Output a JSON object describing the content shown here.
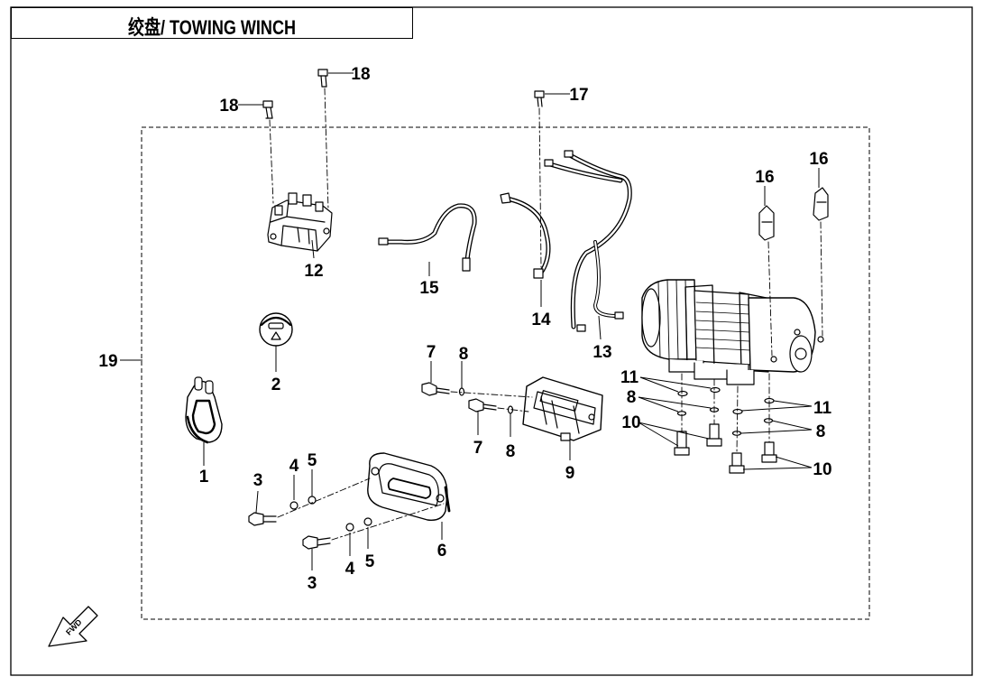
{
  "title": "绞盘/ TOWING WINCH",
  "fwd_label": "FWD",
  "callouts": {
    "c1": "1",
    "c2": "2",
    "c3a": "3",
    "c3b": "3",
    "c4a": "4",
    "c4b": "4",
    "c5a": "5",
    "c5b": "5",
    "c6": "6",
    "c7a": "7",
    "c7b": "7",
    "c8a": "8",
    "c8b": "8",
    "c8c": "8",
    "c8d": "8",
    "c9": "9",
    "c10a": "10",
    "c10b": "10",
    "c11a": "11",
    "c11b": "11",
    "c12": "12",
    "c13": "13",
    "c14": "14",
    "c15": "15",
    "c16a": "16",
    "c16b": "16",
    "c17": "17",
    "c18a": "18",
    "c18b": "18",
    "c19": "19"
  }
}
